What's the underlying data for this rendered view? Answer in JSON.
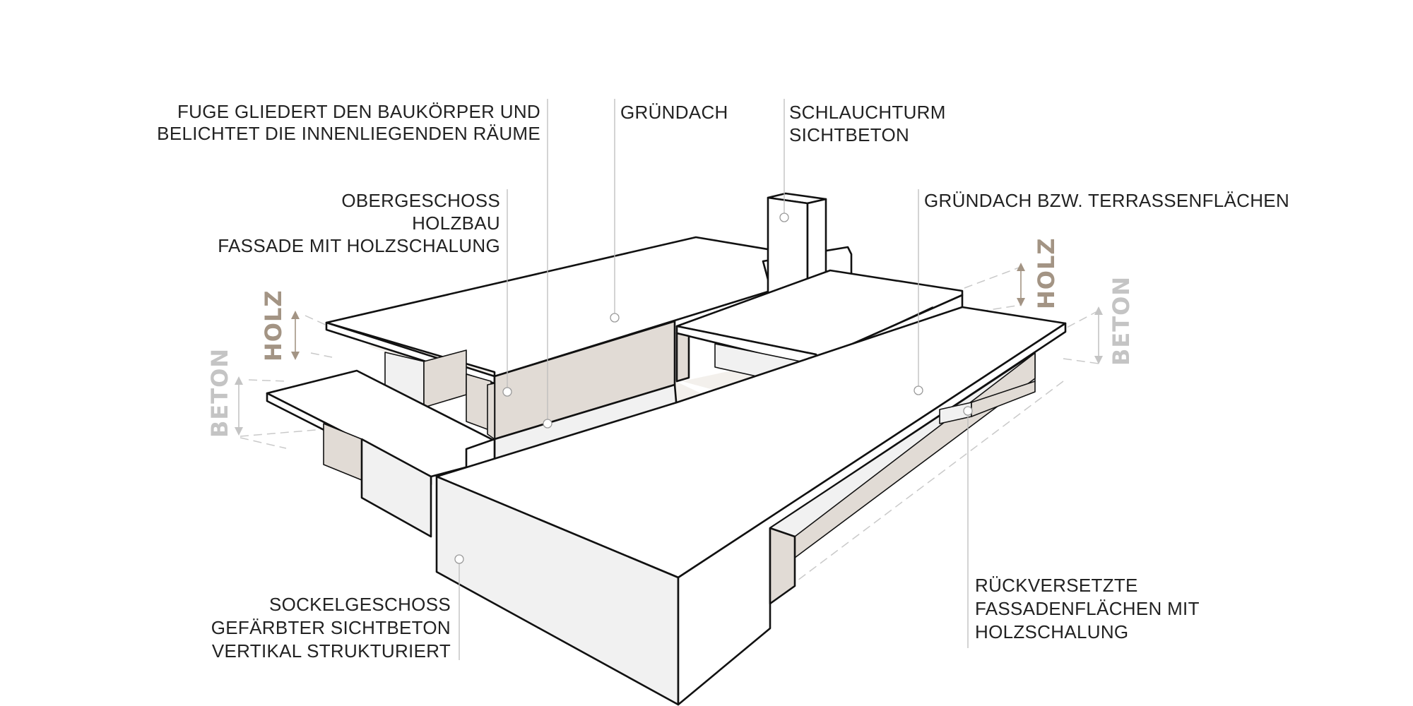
{
  "labels": {
    "fuge": [
      "FUGE GLIEDERT DEN BAUKÖRPER UND",
      "BELICHTET DIE INNENLIEGENDEN RÄUME"
    ],
    "gruendach": [
      "GRÜNDACH"
    ],
    "schlauchturm": [
      "SCHLAUCHTURM",
      "SICHTBETON"
    ],
    "obergeschoss": [
      "OBERGESCHOSS",
      "HOLZBAU",
      "FASSADE MIT HOLZSCHALUNG"
    ],
    "gruendach_terrassen": [
      "GRÜNDACH BZW. TERRASSENFLÄCHEN"
    ],
    "sockelgeschoss": [
      "SOCKELGESCHOSS",
      "GEFÄRBTER SICHTBETON",
      "VERTIKAL STRUKTURIERT"
    ],
    "rueckversetzte": [
      "RÜCKVERSETZTE",
      "FASSADENFLÄCHEN MIT",
      "HOLZSCHALUNG"
    ]
  },
  "dimensions": {
    "holz_left": "HOLZ",
    "beton_left": "BETON",
    "holz_right": "HOLZ",
    "beton_right": "BETON"
  },
  "colors": {
    "holz": "#a39484",
    "beton": "#c4c4c4",
    "wood_surface": "#e1dbd5",
    "concrete_surface": "#f1f1f1",
    "line": "#111111"
  }
}
